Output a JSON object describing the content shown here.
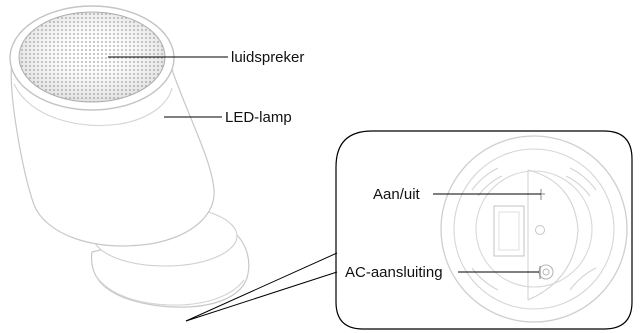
{
  "labels": {
    "speaker": "luidspreker",
    "led_lamp": "LED-lamp",
    "power_switch": "Aan/uit",
    "ac_connector": "AC-aansluiting"
  }
}
